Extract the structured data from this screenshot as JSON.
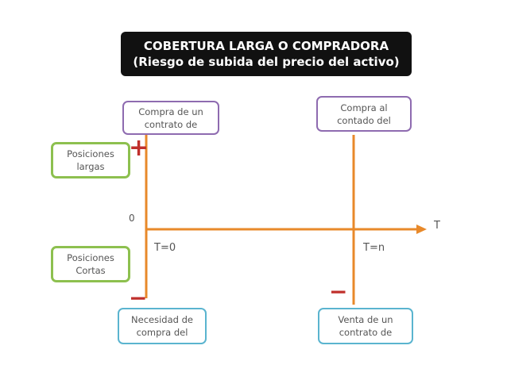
{
  "title": {
    "line1": "COBERTURA LARGA O COMPRADORA",
    "line2": "(Riesgo de subida del precio del activo)"
  },
  "boxes": {
    "compra_contrato": "Compra de un contrato de",
    "compra_contado": "Compra al contado del",
    "posiciones_largas": "Posiciones largas",
    "posiciones_cortas": "Posiciones Cortas",
    "necesidad_compra": "Necesidad de compra del",
    "venta_contrato": "Venta de un contrato de"
  },
  "axis": {
    "origin": "0",
    "end_label": "T",
    "t0": "T=0",
    "tn": "T=n"
  },
  "signs": {
    "plus": "+",
    "minus_left": "−",
    "minus_right": "−"
  },
  "colors": {
    "orange": "#e8892a",
    "red": "#c0302c",
    "purple": "#8e6bb0",
    "green": "#8dc04f",
    "blue": "#5ab4cf"
  }
}
